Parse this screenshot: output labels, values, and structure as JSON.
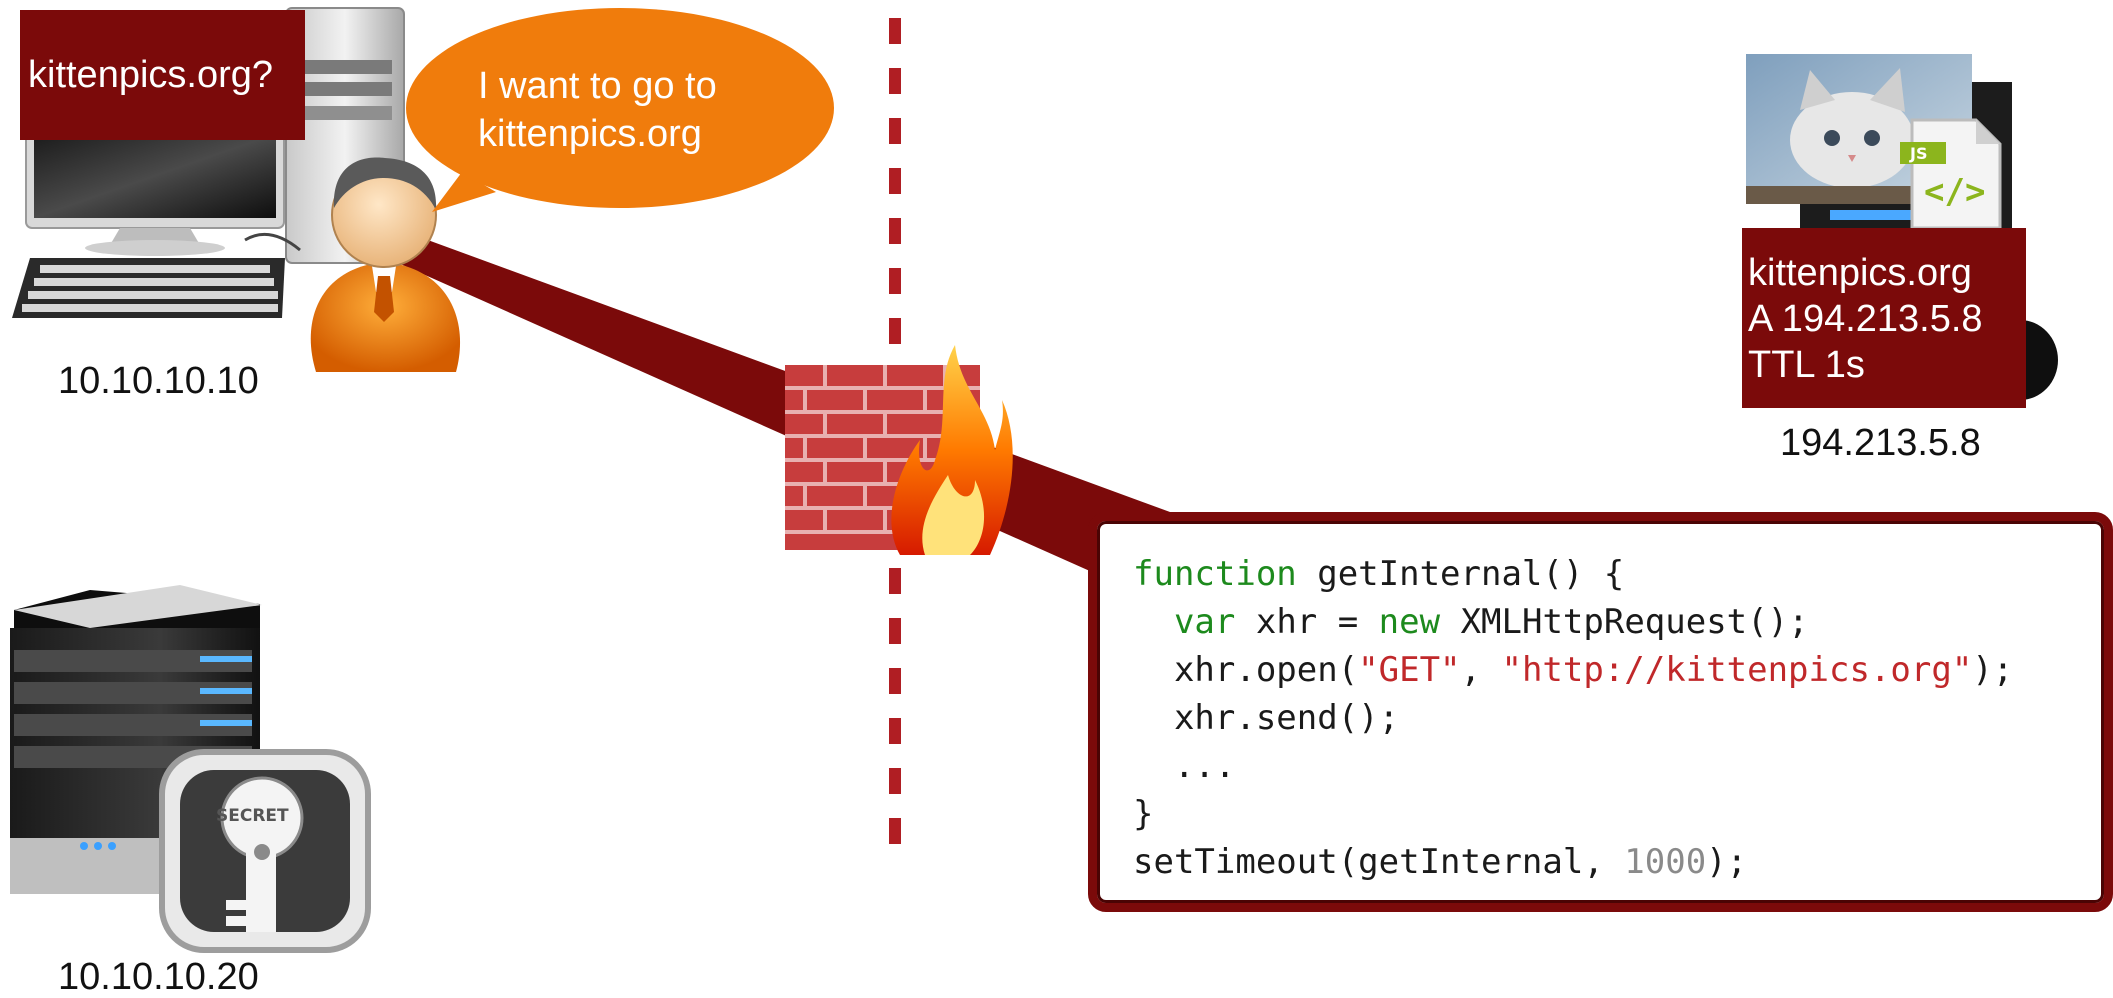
{
  "client": {
    "query_label": "kittenpics.org?",
    "ip": "10.10.10.10"
  },
  "speech_bubble": {
    "line1": "I want to go to",
    "line2": "kittenpics.org"
  },
  "internal_server": {
    "ip": "10.10.10.20",
    "badge_text": "SECRET"
  },
  "attacker_server": {
    "ip": "194.213.5.8",
    "dns_record": {
      "name": "kittenpics.org",
      "record": "A 194.213.5.8",
      "ttl": "TTL 1s"
    },
    "file_badge": "JS",
    "file_glyph": "</>"
  },
  "code": {
    "l1": {
      "kw": "function",
      "rest": " getInternal() {"
    },
    "l2": {
      "indent": "  ",
      "kw1": "var",
      "mid": " xhr = ",
      "kw2": "new",
      "rest": " XMLHttpRequest();"
    },
    "l3": {
      "pre": "  xhr.open(",
      "s1": "\"GET\"",
      "comma": ", ",
      "s2": "\"http://kittenpics.org\"",
      "post": ");"
    },
    "l4": "  xhr.send();",
    "l5": "  ...",
    "l6": "}",
    "l7": {
      "pre": "setTimeout(getInternal, ",
      "num": "1000",
      "post": ");"
    }
  },
  "colors": {
    "dark_red": "#7b0a0a",
    "orange": "#f07c0c",
    "keyword_green": "#1d8a1d",
    "string_red": "#c0282a"
  }
}
